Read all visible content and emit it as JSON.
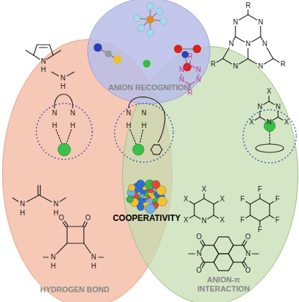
{
  "diagram": {
    "nodes": [
      {
        "text": [
          "ANION RECOGNITION"
        ]
      },
      {
        "text": [
          "HYDROGEN BOND"
        ]
      },
      {
        "text": [
          "ANION-π INTERACTION"
        ]
      }
    ],
    "labels": [
      "COOPERATIVITY",
      "N",
      "H",
      "N",
      "H",
      "N",
      "N",
      "H",
      "H",
      "N",
      "H",
      "N",
      "H",
      "O",
      "O",
      "N",
      "H",
      "N",
      "H",
      "N",
      "N",
      "H",
      "H",
      "R",
      "R",
      "R",
      "N",
      "N",
      "N",
      "N",
      "N",
      "N",
      "N",
      "R",
      "R",
      "N",
      "N",
      "N",
      "N",
      "X",
      "X",
      "X",
      "N",
      "N",
      "N",
      "X",
      "X",
      "X",
      "X",
      "X",
      "N",
      "F",
      "F",
      "F",
      "F",
      "F",
      "F",
      "O",
      "O",
      "N",
      "O",
      "O",
      "N"
    ]
  }
}
